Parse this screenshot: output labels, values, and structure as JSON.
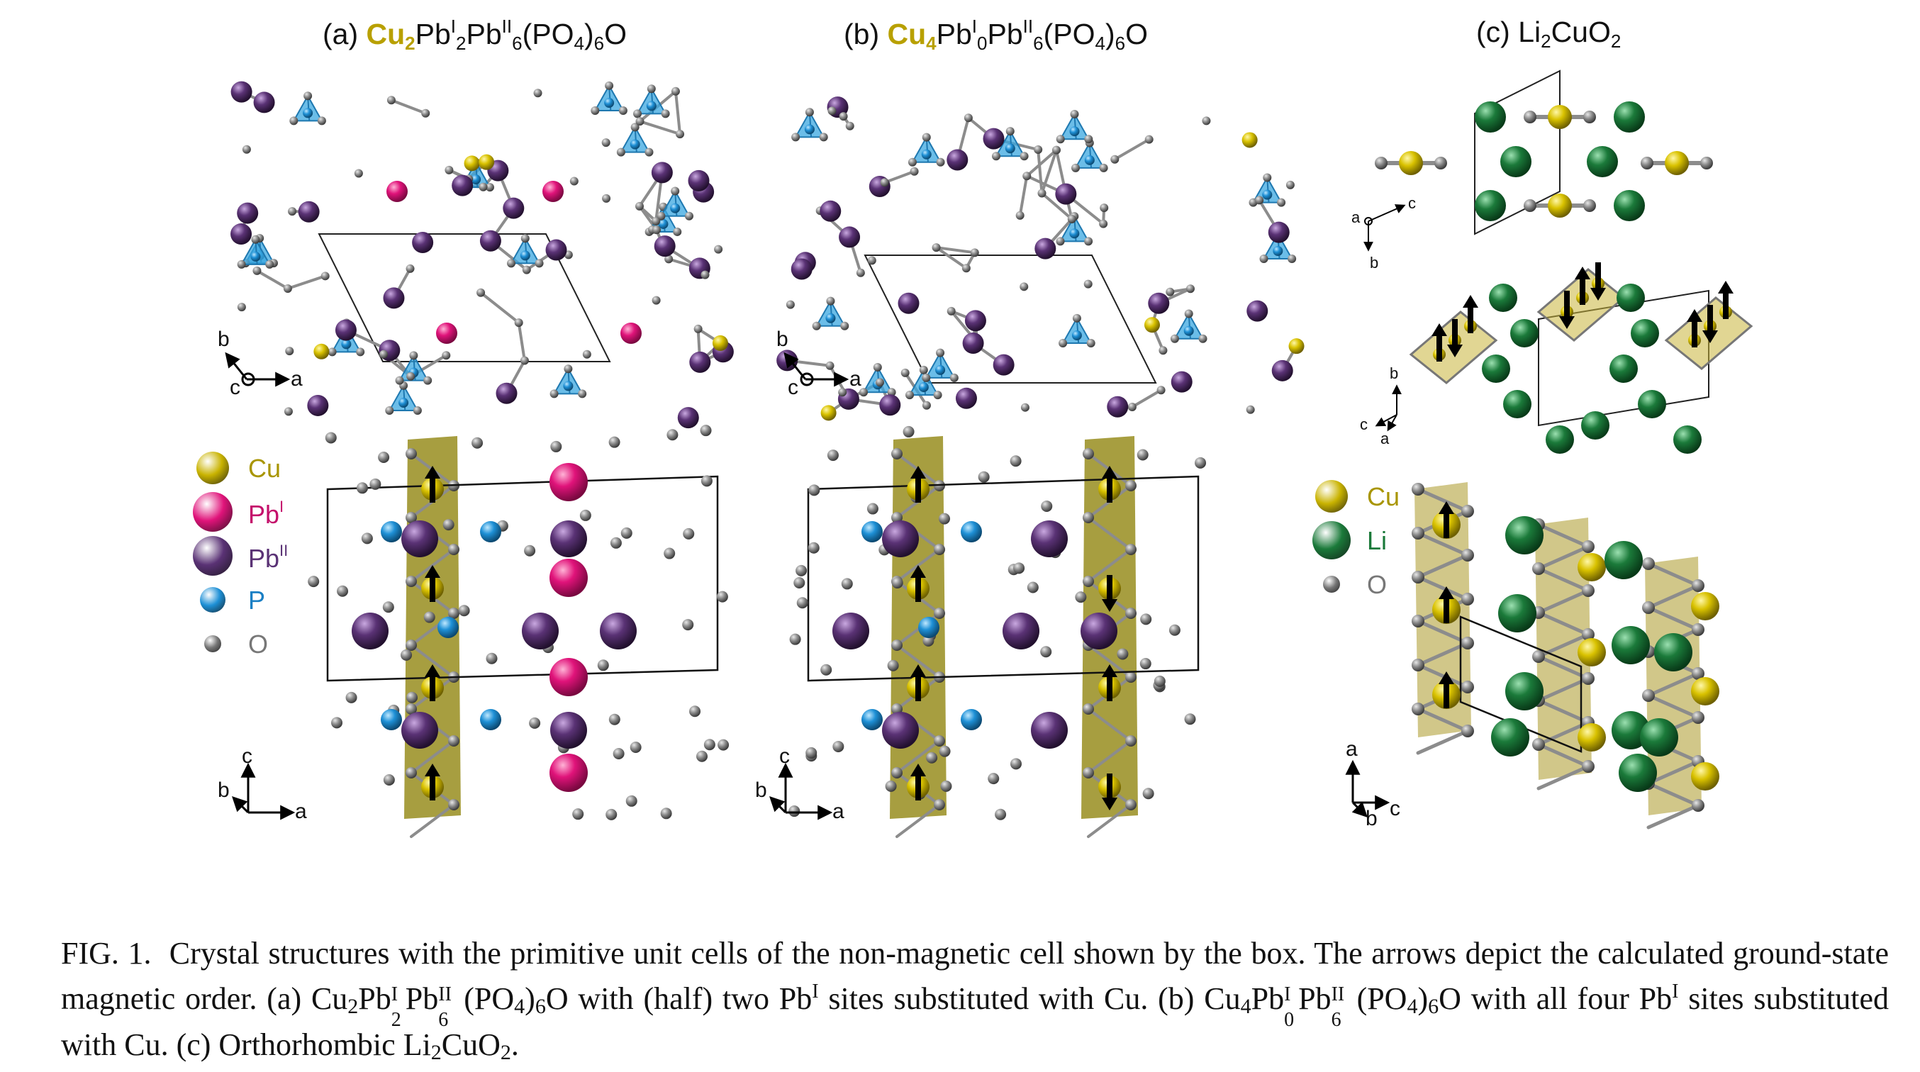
{
  "panels": {
    "a": {
      "prefix": "(a) ",
      "cu": "Cu",
      "cu_sub": "2",
      "rest": [
        {
          "t": "Pb"
        },
        {
          "sup": "I"
        },
        {
          "sub": "2"
        },
        {
          "t": "Pb"
        },
        {
          "sup": "II"
        },
        {
          "sub": "6"
        },
        {
          "t": "(PO"
        },
        {
          "sub": "4"
        },
        {
          "t": ")"
        },
        {
          "sub": "6"
        },
        {
          "t": "O"
        }
      ]
    },
    "b": {
      "prefix": "(b) ",
      "cu": "Cu",
      "cu_sub": "4",
      "rest": [
        {
          "t": "Pb"
        },
        {
          "sup": "I"
        },
        {
          "sub": "0"
        },
        {
          "t": "Pb"
        },
        {
          "sup": "II"
        },
        {
          "sub": "6"
        },
        {
          "t": "(PO"
        },
        {
          "sub": "4"
        },
        {
          "t": ")"
        },
        {
          "sub": "6"
        },
        {
          "t": "O"
        }
      ]
    },
    "c": {
      "prefix": "(c) Li",
      "sub1": "2",
      "mid": "CuO",
      "sub2": "2"
    }
  },
  "legend_a": [
    {
      "label": "Cu",
      "sup": "",
      "color": "#c9b300",
      "text_color": "#a89500",
      "size": 46
    },
    {
      "label": "Pb",
      "sup": "I",
      "color": "#e0137a",
      "text_color": "#c4106b",
      "size": 56
    },
    {
      "label": "Pb",
      "sup": "II",
      "color": "#5a3275",
      "text_color": "#5a3275",
      "size": 56
    },
    {
      "label": "P",
      "sup": "",
      "color": "#1e90d6",
      "text_color": "#1a7fc4",
      "size": 36
    },
    {
      "label": "O",
      "sup": "",
      "color": "#777777",
      "text_color": "#777777",
      "size": 24
    }
  ],
  "legend_c": [
    {
      "label": "Cu",
      "sup": "",
      "color": "#c9b300",
      "text_color": "#a89500",
      "size": 46
    },
    {
      "label": "Li",
      "sup": "",
      "color": "#1b7a3a",
      "text_color": "#1b7a3a",
      "size": 54
    },
    {
      "label": "O",
      "sup": "",
      "color": "#777777",
      "text_color": "#777777",
      "size": 24
    }
  ],
  "axes": {
    "top_a": {
      "v": "b",
      "h": "a",
      "o": "c"
    },
    "top_b": {
      "v": "b",
      "h": "a",
      "o": "c"
    },
    "top_c": {
      "o": "a",
      "h": "c",
      "v": "b"
    },
    "mid_c": {
      "v": "b",
      "d1": "c",
      "d2": "a"
    },
    "bot_a": {
      "v": "c",
      "h": "a",
      "d": "b"
    },
    "bot_b": {
      "v": "c",
      "h": "a",
      "d": "b"
    },
    "bot_c": {
      "v": "a",
      "h": "c",
      "d": "b"
    }
  },
  "colors": {
    "cu": "#c9b300",
    "pb1": "#e0137a",
    "pb2": "#5a3275",
    "p": "#1e90d6",
    "o": "#808080",
    "li": "#1b7a3a",
    "polyhedron": "#b3a23a",
    "tetra": "#3aa7e0"
  },
  "caption": {
    "fig": "FIG. 1.",
    "s1": "Crystal structures with the primitive unit cells of the non-magnetic cell shown by the box.  The arrows depict the calculated ground-state magnetic order.  (a) Cu",
    "s1_sub": "2",
    "s2": "Pb",
    "s2_sup": "I",
    "s2_sub": "2",
    "s3": "Pb",
    "s3_sup": "II",
    "s3_sub": "6",
    "s4": "(PO",
    "s4_sub": "4",
    "s5": ")",
    "s5_sub": "6",
    "s6": "O with (half) two Pb",
    "s6_sup": "I",
    "s7": " sites substituted with Cu.  (b) Cu",
    "s7_sub": "4",
    "s8": "Pb",
    "s8_sup": "I",
    "s8_sub": "0",
    "s9": "Pb",
    "s9_sup": "II",
    "s9_sub": "6",
    "s10": "(PO",
    "s10_sub": "4",
    "s11": ")",
    "s11_sub": "6",
    "s12": "O with all four Pb",
    "s12_sup": "I",
    "s13": " sites substituted with Cu. (c) Orthorhombic Li",
    "s13_sub": "2",
    "s14": "CuO",
    "s14_sub": "2",
    "s15": "."
  }
}
